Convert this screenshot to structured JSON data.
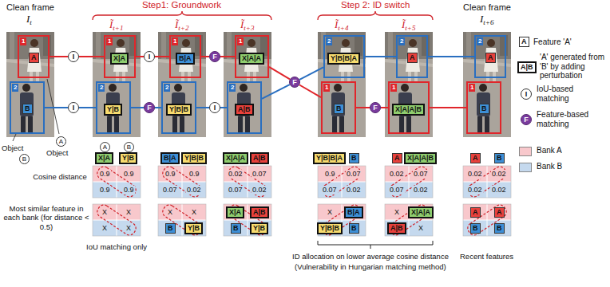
{
  "diagram": {
    "nodes": [
      {
        "text": [
          "1",
          "A"
        ]
      },
      {
        "text": [
          "2",
          "B"
        ]
      },
      {
        "text": [
          "I"
        ]
      },
      {
        "text": [
          "I"
        ]
      },
      {
        "text": [
          "1",
          "X|A"
        ]
      },
      {
        "text": [
          "2",
          "Y|B"
        ]
      },
      {
        "text": [
          "I"
        ]
      },
      {
        "text": [
          "F"
        ]
      },
      {
        "text": [
          "1",
          "B|A"
        ]
      },
      {
        "text": [
          "2",
          "Y|B|B"
        ]
      },
      {
        "text": [
          "F"
        ]
      },
      {
        "text": [
          "I"
        ]
      },
      {
        "text": [
          "1",
          "X|A|A"
        ]
      },
      {
        "text": [
          "2",
          "A|B"
        ]
      },
      {
        "text": [
          "F"
        ]
      },
      {
        "text": [
          "2",
          "Y|B|B|A"
        ]
      },
      {
        "text": [
          "1",
          "B"
        ]
      },
      {
        "text": [
          "F"
        ]
      },
      {
        "text": [
          "2",
          "A"
        ]
      },
      {
        "text": [
          "1",
          "X|A|A|B"
        ]
      },
      {
        "text": [
          "2",
          "A"
        ]
      },
      {
        "text": [
          "1",
          "B"
        ]
      }
    ],
    "edges": [
      {
        "from": 0,
        "to": 2,
        "arrow": "none"
      },
      {
        "from": 2,
        "to": 4,
        "arrow": "none"
      },
      {
        "from": 1,
        "to": 3,
        "arrow": "none"
      },
      {
        "from": 3,
        "to": 5,
        "arrow": "none"
      },
      {
        "from": 4,
        "to": 6,
        "arrow": "none"
      },
      {
        "from": 6,
        "to": 8,
        "arrow": "none"
      },
      {
        "from": 5,
        "to": 7,
        "arrow": "none"
      },
      {
        "from": 7,
        "to": 9,
        "arrow": "none"
      },
      {
        "from": 8,
        "to": 10,
        "arrow": "none"
      },
      {
        "from": 10,
        "to": 12,
        "arrow": "none"
      },
      {
        "from": 9,
        "to": 11,
        "arrow": "none"
      },
      {
        "from": 11,
        "to": 13,
        "arrow": "none"
      },
      {
        "from": 12,
        "to": 14,
        "arrow": "none"
      },
      {
        "from": 13,
        "to": 14,
        "arrow": "none"
      },
      {
        "from": 14,
        "to": 15,
        "arrow": "none"
      },
      {
        "from": 14,
        "to": 16,
        "arrow": "none"
      },
      {
        "from": 15,
        "to": 18,
        "arrow": "none"
      },
      {
        "from": 16,
        "to": 17,
        "arrow": "none"
      },
      {
        "from": 17,
        "to": 19,
        "arrow": "none"
      },
      {
        "from": 18,
        "to": 20,
        "arrow": "none"
      },
      {
        "from": 19,
        "to": 21,
        "arrow": "none"
      }
    ],
    "labels": [
      "Clean frame",
      "I",
      "t",
      "Step1: Groundwork",
      "Ĩ",
      "t+1",
      "Ĩ",
      "t+2",
      "Ĩ",
      "t+3",
      "Step 2: ID switch",
      "Ĩ",
      "t+4",
      "Ĩ",
      "t+5",
      "Clean frame",
      "I",
      "t+6",
      "A",
      "A|B",
      "I",
      "F",
      "Object",
      "B",
      "Object",
      "A",
      "A",
      "B",
      "X|A",
      "Y|B",
      "B|A",
      "Y|B|B",
      "X|A|A",
      "A|B",
      "Y|B|B|A",
      "B",
      "A",
      "X|A|A|B",
      "A",
      "B",
      "Cosine distance",
      "0.9",
      "0.9",
      "0.9",
      "0.9",
      "0.9",
      "0.9",
      "0.07",
      "0.02",
      "0.02",
      "0.07",
      "0.07",
      "0.02",
      "0.9",
      "0.07",
      "0.07",
      "0.02",
      "0.02",
      "0.07",
      "0.07",
      "0.02",
      "0.02",
      "0.02",
      "0.02",
      "0.02",
      "Most similar feature in each bank (for distance < 0.5)",
      "X",
      "X",
      "X",
      "X",
      "X",
      "X",
      "B",
      "Y|B",
      "X|A",
      "A|B",
      "B",
      "Y|B",
      "X",
      "B|A",
      "Y|B|B",
      "B",
      "X",
      "X|A|A",
      "A|B",
      "X",
      "A",
      "A",
      "B",
      "B",
      "IoU matching only",
      "ID allocation on lower average cosine distance",
      "(Vulnerability in Hungarian matching method)",
      "Recent features"
    ],
    "legend": [
      {
        "text": "Feature 'A'"
      },
      {
        "text": "'A' generated from 'B' by adding perturbation"
      },
      {
        "text": "IoU-based matching"
      },
      {
        "text": "Feature-based matching"
      },
      {
        "text": "Bank A",
        "color": "#f8c8cc"
      },
      {
        "text": "Bank B",
        "color": "#c5d9ee"
      }
    ]
  }
}
